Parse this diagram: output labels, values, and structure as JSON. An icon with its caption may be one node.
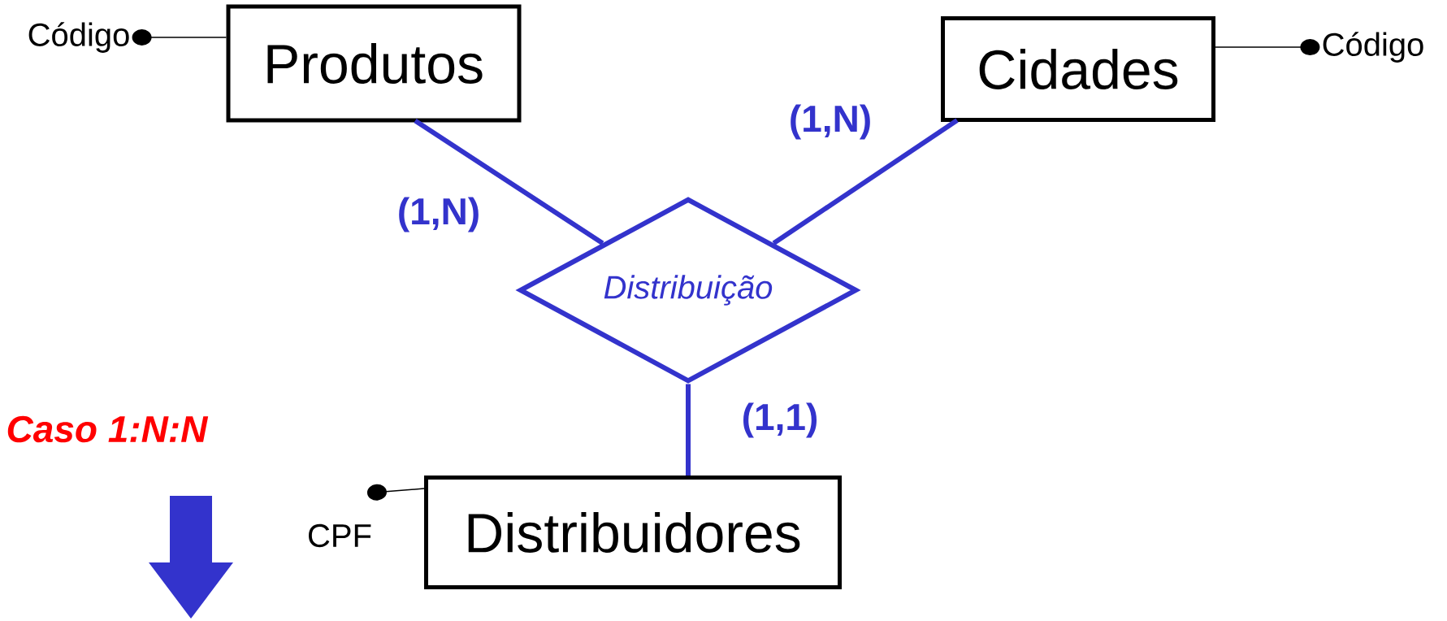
{
  "diagram": {
    "nodes": [
      {
        "text": [
          "Produtos"
        ]
      },
      {
        "text": [
          "Cidades"
        ]
      },
      {
        "text": [
          "Distribuição"
        ]
      },
      {
        "text": [
          "Distribuidores"
        ]
      },
      {
        "text": [
          "Código"
        ]
      },
      {
        "text": [
          "Código"
        ]
      },
      {
        "text": [
          "CPF"
        ]
      }
    ],
    "edges": [
      {
        "from": 0,
        "to": 2,
        "arrow": "none",
        "label": "(1,N)",
        "style": "thick",
        "color": "#3333cc"
      },
      {
        "from": 1,
        "to": 2,
        "arrow": "none",
        "label": "(1,N)",
        "style": "thick",
        "color": "#3333cc"
      },
      {
        "from": 3,
        "to": 2,
        "arrow": "none",
        "label": "(1,1)",
        "style": "thick",
        "color": "#3333cc"
      },
      {
        "from": 4,
        "to": 0,
        "arrow": "other",
        "color": "#000000"
      },
      {
        "from": 5,
        "to": 1,
        "arrow": "other",
        "color": "#000000"
      },
      {
        "from": 6,
        "to": 3,
        "arrow": "other",
        "color": "#000000"
      }
    ],
    "labels": [
      "Caso 1:N:N"
    ]
  }
}
